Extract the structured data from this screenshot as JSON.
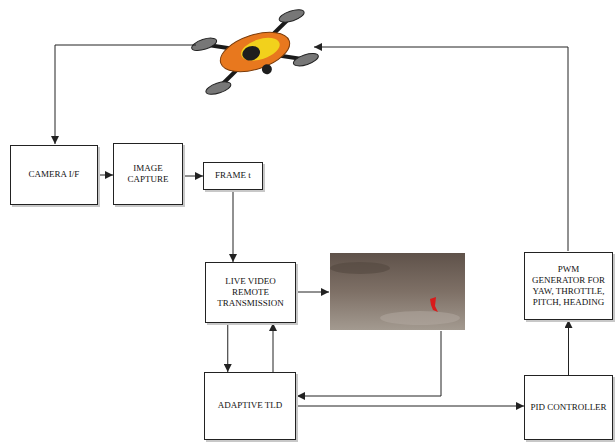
{
  "diagram": {
    "nodes": [
      {
        "text": [
          "CAMERA I/F"
        ]
      },
      {
        "text": [
          "IMAGE CAPTURE"
        ]
      },
      {
        "text": [
          "FRAME t"
        ]
      },
      {
        "text": [
          "LIVE VIDEO REMOTE TRANSMISSION"
        ]
      },
      {
        "text": [
          "ADAPTIVE TLD"
        ]
      },
      {
        "text": [
          "PID CONTROLLER"
        ]
      },
      {
        "text": [
          "PWM GENERATOR FOR YAW, THROTTLE, PITCH, HEADING"
        ]
      }
    ],
    "edges": [
      {
        "from": 0,
        "to": 1,
        "arrow": "to"
      },
      {
        "from": 1,
        "to": 2,
        "arrow": "to"
      },
      {
        "from": 2,
        "to": 3,
        "arrow": "to"
      },
      {
        "from": 3,
        "to": 4,
        "arrow": "to"
      },
      {
        "from": 4,
        "to": 3,
        "arrow": "to"
      },
      {
        "from": 4,
        "to": 5,
        "arrow": "to"
      },
      {
        "from": 5,
        "to": 6,
        "arrow": "to"
      }
    ]
  }
}
